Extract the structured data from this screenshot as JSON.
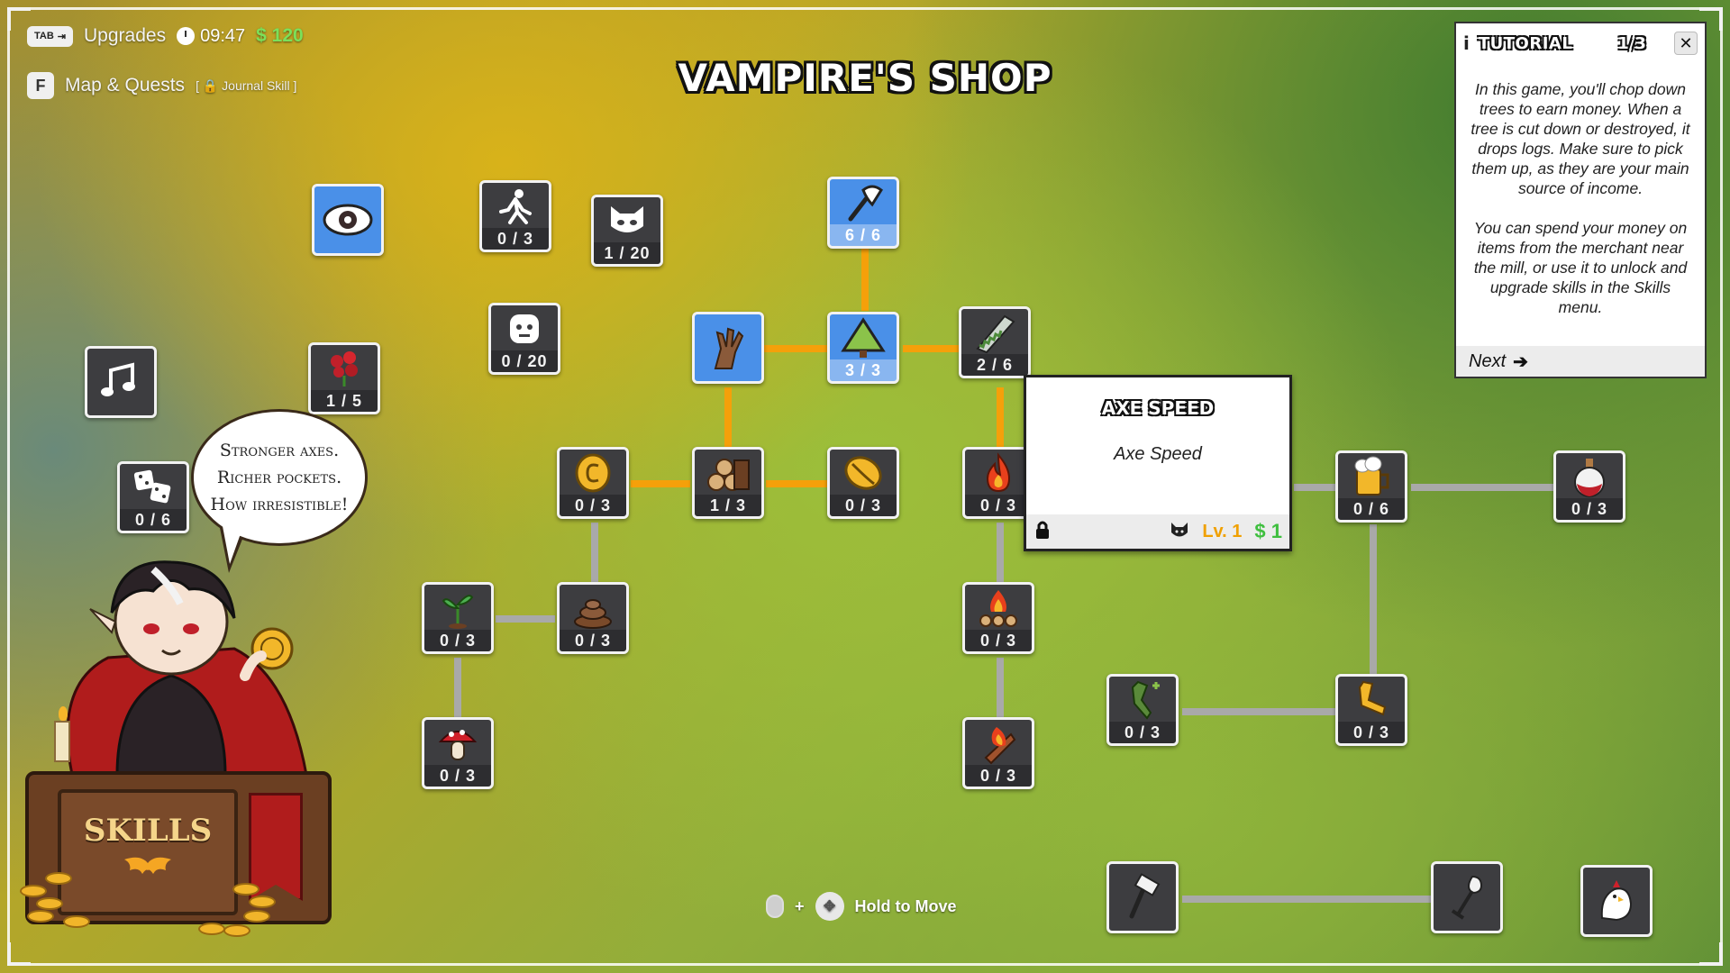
{
  "hud": {
    "tab_key": "TAB",
    "upgrades_label": "Upgrades",
    "time": "09:47",
    "money": "$ 120",
    "f_key": "F",
    "map_label": "Map & Quests",
    "journal_locked": "[ 🔒 Journal Skill ]"
  },
  "title": "VAMPIRE'S SHOP",
  "nodes": [
    {
      "id": "eye",
      "icon": "eye-icon",
      "count": "",
      "active": true
    },
    {
      "id": "runner",
      "icon": "runner-icon",
      "count": "0 / 3",
      "active": false
    },
    {
      "id": "cat-mask",
      "icon": "cat-mask-icon",
      "count": "1 / 20",
      "active": false
    },
    {
      "id": "ghost-face",
      "icon": "ghost-face-icon",
      "count": "0 / 20",
      "active": false
    },
    {
      "id": "music",
      "icon": "music-notes-icon",
      "count": "",
      "active": false
    },
    {
      "id": "flower",
      "icon": "flower-icon",
      "count": "1 / 5",
      "active": false
    },
    {
      "id": "dice",
      "icon": "dice-icon",
      "count": "0 / 6",
      "active": false
    },
    {
      "id": "axe",
      "icon": "axe-icon",
      "count": "6 / 6",
      "active": true
    },
    {
      "id": "hand",
      "icon": "wooden-hand-icon",
      "count": "",
      "active": true
    },
    {
      "id": "tree",
      "icon": "tree-icon",
      "count": "3 / 3",
      "active": true
    },
    {
      "id": "saw",
      "icon": "saw-icon",
      "count": "2 / 6",
      "active": false
    },
    {
      "id": "gold-coin",
      "icon": "gold-coin-icon",
      "count": "0 / 3",
      "active": false
    },
    {
      "id": "logs",
      "icon": "logs-icon",
      "count": "1 / 3",
      "active": false
    },
    {
      "id": "spin-coin",
      "icon": "spinning-coin-icon",
      "count": "0 / 3",
      "active": false
    },
    {
      "id": "fire",
      "icon": "fire-icon",
      "count": "0 / 3",
      "active": false
    },
    {
      "id": "beer",
      "icon": "beer-mug-icon",
      "count": "0 / 6",
      "active": false
    },
    {
      "id": "potion",
      "icon": "potion-icon",
      "count": "0 / 3",
      "active": false
    },
    {
      "id": "sprout",
      "icon": "sprout-icon",
      "count": "0 / 3",
      "active": false
    },
    {
      "id": "poop",
      "icon": "poop-icon",
      "count": "0 / 3",
      "active": false
    },
    {
      "id": "campfire",
      "icon": "campfire-icon",
      "count": "0 / 3",
      "active": false
    },
    {
      "id": "mushroom",
      "icon": "mushroom-icon",
      "count": "0 / 3",
      "active": false
    },
    {
      "id": "fire-log",
      "icon": "burning-log-icon",
      "count": "0 / 3",
      "active": false
    },
    {
      "id": "green-leg",
      "icon": "green-leg-icon",
      "count": "0 / 3",
      "active": false
    },
    {
      "id": "yellow-leg",
      "icon": "yellow-leg-icon",
      "count": "0 / 3",
      "active": false
    },
    {
      "id": "hammer",
      "icon": "hammer-icon",
      "count": "",
      "active": false
    },
    {
      "id": "shovel",
      "icon": "shovel-icon",
      "count": "",
      "active": false
    },
    {
      "id": "chicken",
      "icon": "chicken-icon",
      "count": "",
      "active": false
    }
  ],
  "tooltip": {
    "title": "AXE SPEED",
    "description": "Axe Speed",
    "level_label": "Lv. 1",
    "price": "$ 1",
    "lock_icon": "lock-icon",
    "cat_icon": "cat-icon"
  },
  "tutorial": {
    "info": "i",
    "title": "TUTORIAL",
    "page": "1/3",
    "close": "✕",
    "paragraph1": "In this game, you'll chop down trees to earn money. When a tree is cut down or destroyed, it drops logs. Make sure to pick them up, as they are your main source of income.",
    "paragraph2": "You can spend your money on items from the merchant near the mill, or use it to unlock and upgrade skills in the Skills menu.",
    "next": "Next"
  },
  "bubble": {
    "line1": "Stronger axes.",
    "line2": "Richer pockets.",
    "line3": "How irresistible!"
  },
  "chest_label": "SKILLS",
  "hint": {
    "plus": "+",
    "text": "Hold to Move"
  },
  "colors": {
    "active_node": "#4a90e8",
    "node_bg": "#3d3d40",
    "active_connector": "#f5a00a",
    "inactive_connector": "#a9a9a9",
    "money_green": "#7be05a",
    "level_orange": "#f0a000"
  }
}
